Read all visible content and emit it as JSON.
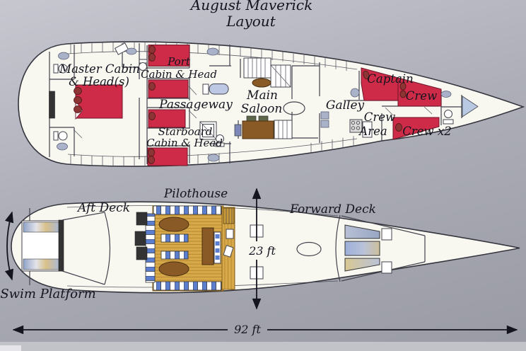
{
  "title": {
    "line1": "August Maverick",
    "line2": "Layout"
  },
  "interior_deck": {
    "labels": {
      "master_cabin": [
        "Master Cabin",
        "& Head(s)"
      ],
      "port_cabin": [
        "Port",
        "Cabin & Head"
      ],
      "passageway": "Passageway",
      "starboard_cabin": [
        "Starboard",
        "Cabin & Head"
      ],
      "main_saloon": [
        "Main",
        "Saloon"
      ],
      "galley": "Galley",
      "captain": "Captain",
      "crew": "Crew",
      "crew_area": [
        "Crew",
        "Area"
      ],
      "crew_x2": "Crew x2"
    }
  },
  "exterior_deck": {
    "labels": {
      "pilothouse": "Pilothouse",
      "aft_deck": "Aft Deck",
      "forward_deck": "Forward Deck",
      "swim_platform": "Swim Platform"
    }
  },
  "dimensions": {
    "beam": "23 ft",
    "length": "92 ft"
  },
  "colors": {
    "hull": "#f8f8f1",
    "outline": "#35353f",
    "wall": "#42424d",
    "bed": "#cd2b47",
    "bed_outline": "#6d1528",
    "pillow": "#8d3434",
    "wood": "#8a5a26",
    "teak": "#d7a94a",
    "plank": "#b08228",
    "cushion_blue": "#5b7ecf",
    "fixture": "#aab2ca",
    "tub": "#bcc8e4",
    "bow_fill": "#b9c9e4",
    "dark_fixture": "#333333",
    "ink": "#14141e"
  }
}
